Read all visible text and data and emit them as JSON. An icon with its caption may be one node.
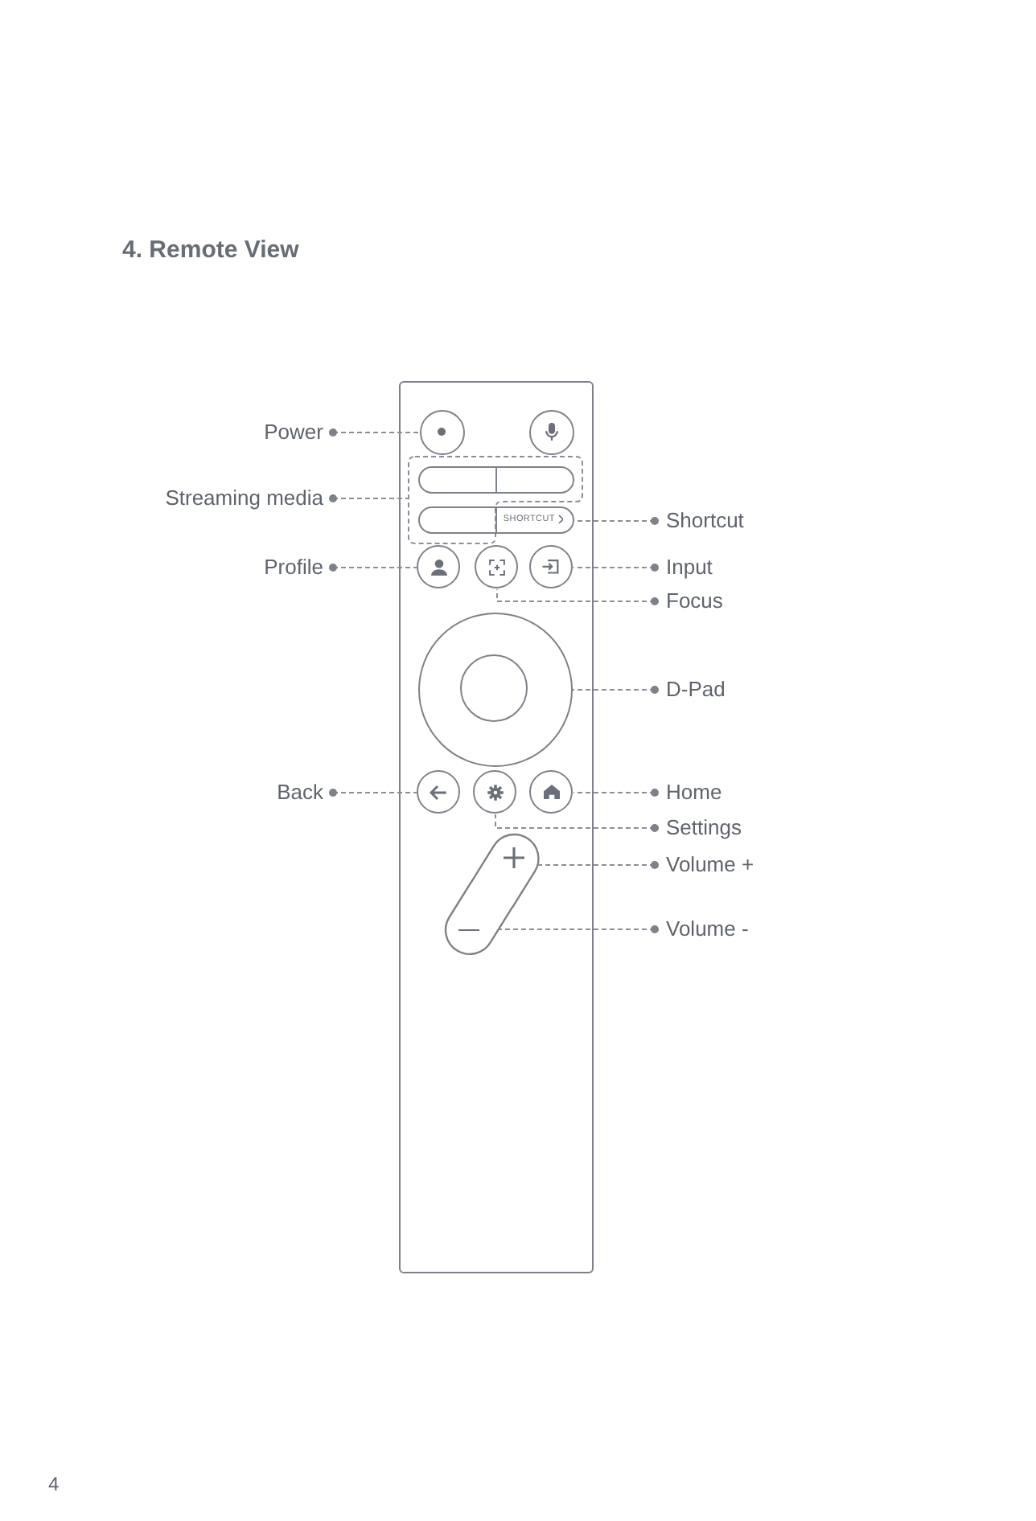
{
  "diagram": {
    "title": "4. Remote View",
    "nodes": [
      {
        "text": [],
        "shape": "box"
      },
      {
        "text": [
          "Power"
        ]
      },
      {
        "text": [],
        "shape": "circle",
        "in": 0
      },
      {
        "text": [],
        "shape": "circle",
        "in": 0
      },
      {
        "text": [
          "Streaming media"
        ]
      },
      {
        "text": [],
        "shape": "box",
        "in": 0
      },
      {
        "text": [],
        "shape": "box",
        "in": 5
      },
      {
        "text": [],
        "shape": "box",
        "in": 5
      },
      {
        "text": [],
        "shape": "box",
        "in": 5
      },
      {
        "text": [
          "SHORTCUT"
        ],
        "in": 0
      },
      {
        "text": [
          "Shortcut"
        ]
      },
      {
        "text": [
          "Profile"
        ]
      },
      {
        "text": [],
        "shape": "circle",
        "in": 0
      },
      {
        "text": [],
        "shape": "circle",
        "in": 0
      },
      {
        "text": [],
        "shape": "circle",
        "in": 0
      },
      {
        "text": [
          "Input"
        ]
      },
      {
        "text": [
          "Focus"
        ]
      },
      {
        "text": [],
        "shape": "circle",
        "in": 0
      },
      {
        "text": [],
        "shape": "circle",
        "in": 17
      },
      {
        "text": [
          "D-Pad"
        ]
      },
      {
        "text": [
          "Back"
        ]
      },
      {
        "text": [],
        "shape": "circle",
        "in": 0
      },
      {
        "text": [],
        "shape": "circle",
        "in": 0
      },
      {
        "text": [],
        "shape": "circle",
        "in": 0
      },
      {
        "text": [
          "Home"
        ]
      },
      {
        "text": [
          "Settings"
        ]
      },
      {
        "text": [],
        "shape": "box",
        "in": 0
      },
      {
        "text": [
          "Volume +"
        ]
      },
      {
        "text": [],
        "shape": "box",
        "in": 0
      },
      {
        "text": [
          "Volume -"
        ]
      }
    ],
    "edges": [
      {
        "from": 1,
        "to": 2,
        "arrow": "other",
        "style": "dashed"
      },
      {
        "from": 4,
        "to": 5,
        "arrow": "other",
        "style": "dashed"
      },
      {
        "from": 10,
        "to": 9,
        "arrow": "other",
        "style": "dashed"
      },
      {
        "from": 11,
        "to": 12,
        "arrow": "other",
        "style": "dashed"
      },
      {
        "from": 15,
        "to": 14,
        "arrow": "other",
        "style": "dashed"
      },
      {
        "from": 16,
        "to": 13,
        "arrow": "other",
        "style": "dashed"
      },
      {
        "from": 19,
        "to": 17,
        "arrow": "other",
        "style": "dashed"
      },
      {
        "from": 20,
        "to": 21,
        "arrow": "other",
        "style": "dashed"
      },
      {
        "from": 24,
        "to": 23,
        "arrow": "other",
        "style": "dashed"
      },
      {
        "from": 25,
        "to": 22,
        "arrow": "other",
        "style": "dashed"
      },
      {
        "from": 27,
        "to": 26,
        "arrow": "other",
        "style": "dashed"
      },
      {
        "from": 29,
        "to": 28,
        "arrow": "other",
        "style": "dashed"
      }
    ],
    "labels": [
      "4"
    ]
  }
}
